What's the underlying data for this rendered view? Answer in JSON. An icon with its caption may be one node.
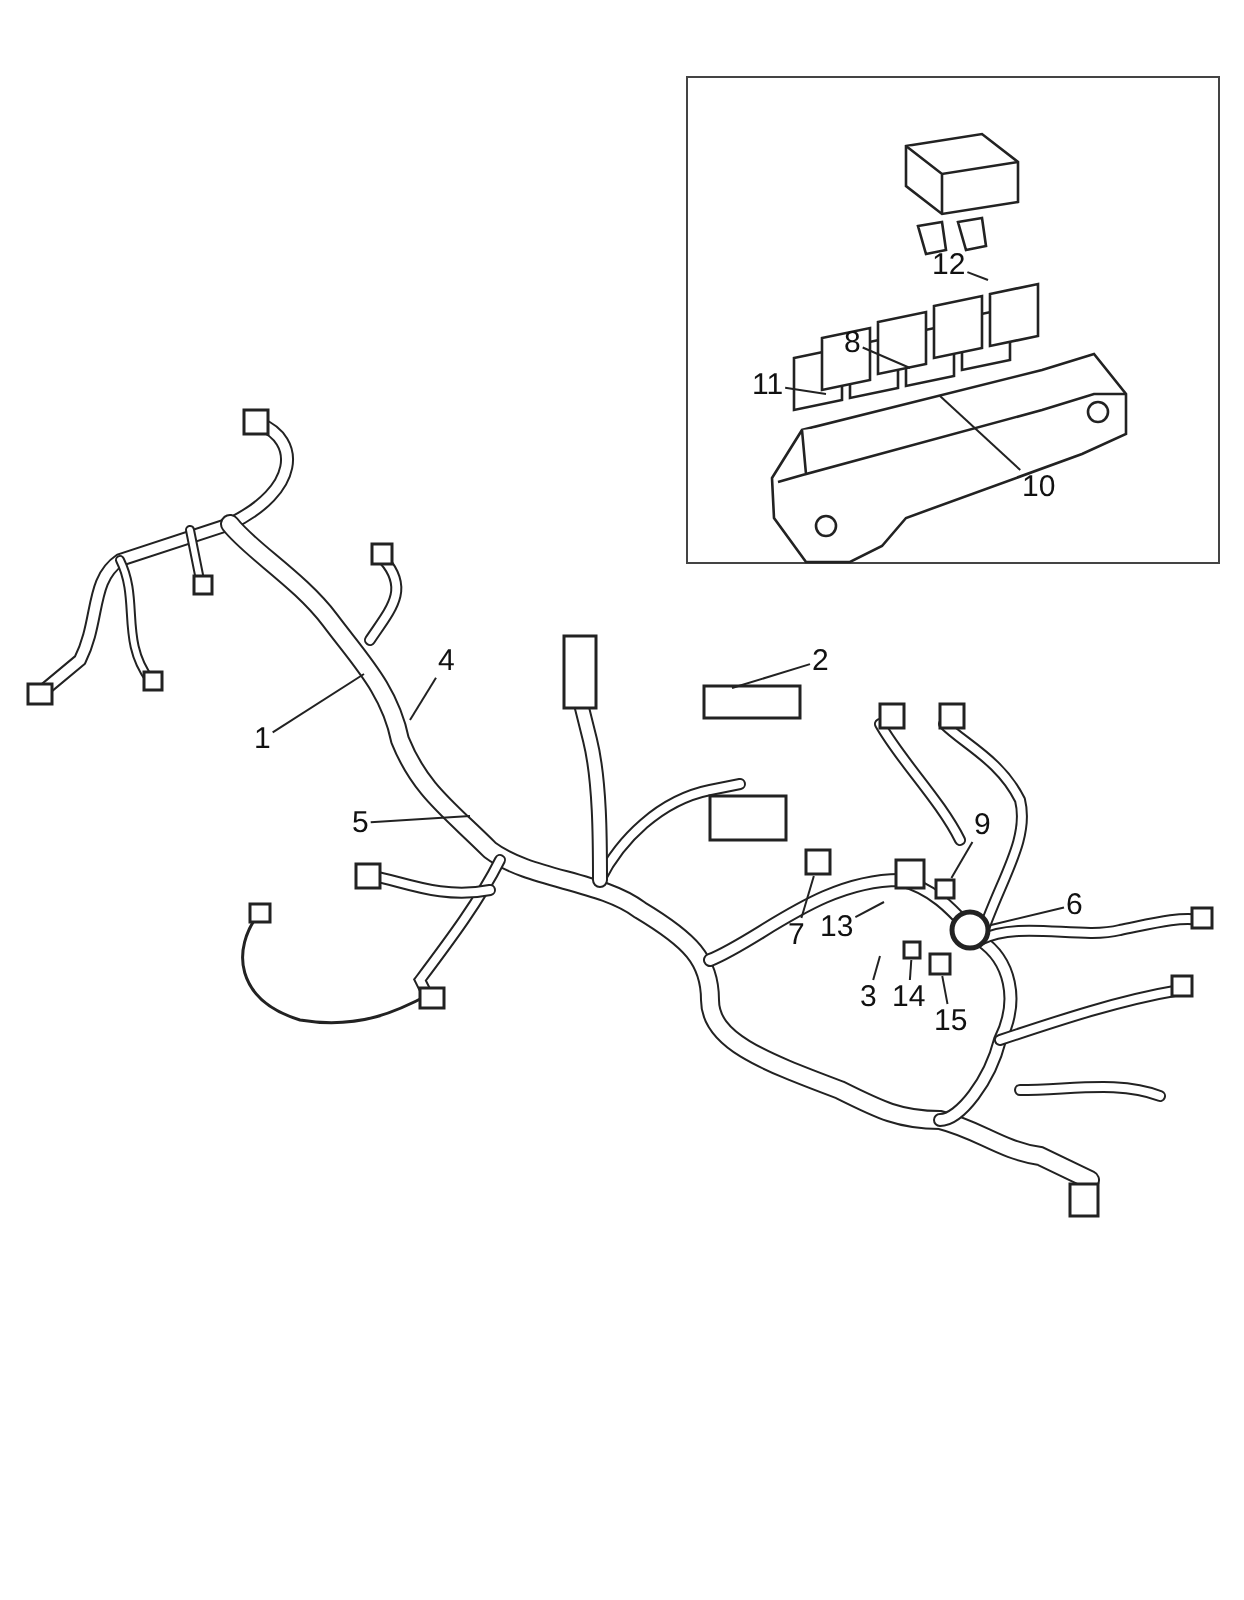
{
  "diagram": {
    "nodes": [
      {
        "text": [],
        "shape": "box"
      },
      {
        "text": [
          "12"
        ],
        "in": 0
      },
      {
        "text": [
          "8"
        ],
        "in": 0
      },
      {
        "text": [
          "11"
        ],
        "in": 0
      },
      {
        "text": [
          "10"
        ],
        "in": 0
      },
      {
        "text": [
          "2"
        ]
      },
      {
        "text": [
          "4"
        ]
      },
      {
        "text": [
          "1"
        ]
      },
      {
        "text": [
          "5"
        ]
      },
      {
        "text": [
          "9"
        ]
      },
      {
        "text": [
          "6"
        ]
      },
      {
        "text": [
          "7"
        ]
      },
      {
        "text": [
          "13"
        ]
      },
      {
        "text": [
          "3"
        ]
      },
      {
        "text": [
          "14"
        ]
      },
      {
        "text": [
          "15"
        ]
      },
      {
        "text": [],
        "shape": "box"
      },
      {
        "text": [],
        "shape": "box"
      },
      {
        "text": [],
        "shape": "box"
      },
      {
        "text": [],
        "shape": "box"
      },
      {
        "text": [],
        "shape": "circle"
      }
    ],
    "edges": [
      {
        "from": 1,
        "to": null,
        "arrow": "none"
      },
      {
        "from": 2,
        "to": null,
        "arrow": "none"
      },
      {
        "from": 3,
        "to": null,
        "arrow": "none"
      },
      {
        "from": 4,
        "to": null,
        "arrow": "none"
      },
      {
        "from": 5,
        "to": null,
        "arrow": "none"
      },
      {
        "from": 6,
        "to": null,
        "arrow": "none"
      },
      {
        "from": 7,
        "to": null,
        "arrow": "none"
      },
      {
        "from": 8,
        "to": null,
        "arrow": "none"
      },
      {
        "from": 9,
        "to": 19,
        "arrow": "none"
      },
      {
        "from": 10,
        "to": 20,
        "arrow": "none"
      },
      {
        "from": 11,
        "to": 16,
        "arrow": "none"
      },
      {
        "from": 12,
        "to": null,
        "arrow": "none"
      },
      {
        "from": 13,
        "to": null,
        "arrow": "none"
      },
      {
        "from": 14,
        "to": 17,
        "arrow": "none"
      },
      {
        "from": 15,
        "to": 18,
        "arrow": "none"
      }
    ]
  }
}
